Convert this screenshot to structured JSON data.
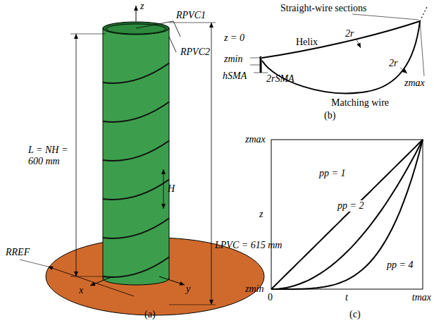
{
  "diagram": {
    "labels": [
      "z",
      "RPVC1",
      "RPVC2",
      "L = NH = 600 mm",
      "H",
      "LPVC = 615 mm",
      "RREF",
      "x",
      "y",
      "(a)",
      "Straight-wire sections",
      "z = 0",
      "zmin",
      "hSMA",
      "2rSMA",
      "Helix",
      "2r",
      "2r",
      "zmax",
      "Matching wire",
      "(b)",
      "zmax",
      "z",
      "zmin",
      "0",
      "t",
      "tmax",
      "pp = 1",
      "pp = 2",
      "pp = 4",
      "(c)"
    ]
  }
}
